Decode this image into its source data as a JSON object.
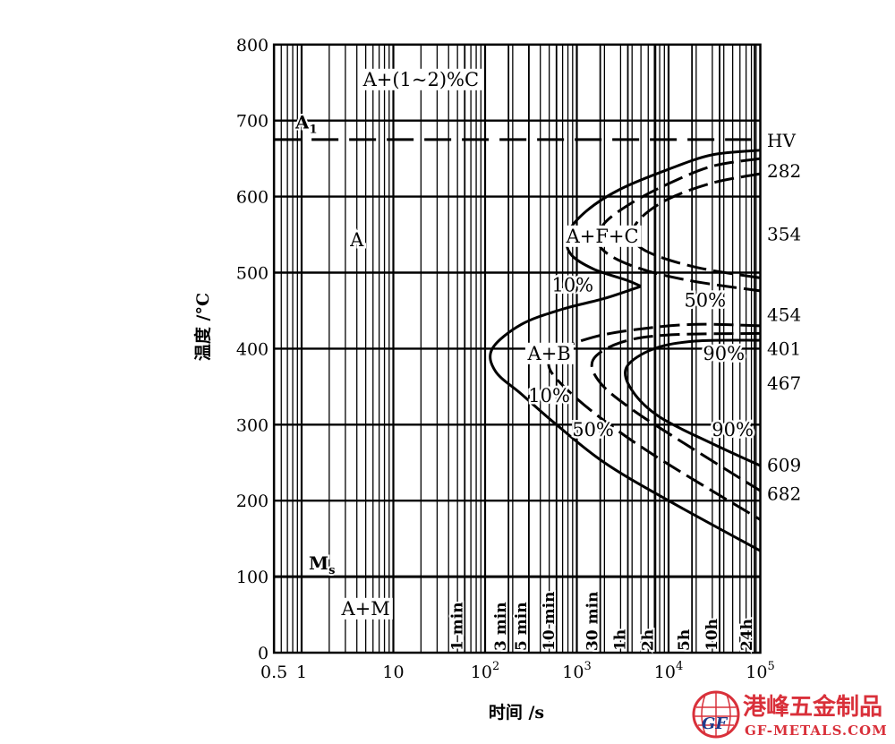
{
  "chart_data": {
    "type": "line",
    "title": "",
    "xlabel": "时间 /s",
    "ylabel": "温度 /°C",
    "xscale": "log",
    "xlim": [
      0.5,
      100000
    ],
    "ylim": [
      0,
      800
    ],
    "grid": true,
    "x_ticks": [
      {
        "v": 0.5,
        "label": "0.5"
      },
      {
        "v": 1,
        "label": "1"
      },
      {
        "v": 10,
        "label": "10"
      },
      {
        "v": 100,
        "label": "10",
        "sup": "2"
      },
      {
        "v": 1000,
        "label": "10",
        "sup": "3"
      },
      {
        "v": 10000,
        "label": "10",
        "sup": "4"
      },
      {
        "v": 100000,
        "label": "10",
        "sup": "5"
      }
    ],
    "y_ticks": [
      0,
      100,
      200,
      300,
      400,
      500,
      600,
      700,
      800
    ],
    "time_markers": [
      {
        "v": 60,
        "label": "1 min"
      },
      {
        "v": 180,
        "label": "3 min"
      },
      {
        "v": 300,
        "label": "5 min"
      },
      {
        "v": 600,
        "label": "10 min"
      },
      {
        "v": 1800,
        "label": "30 min"
      },
      {
        "v": 3600,
        "label": "1h"
      },
      {
        "v": 7200,
        "label": "2h"
      },
      {
        "v": 18000,
        "label": "5h"
      },
      {
        "v": 36000,
        "label": "10h"
      },
      {
        "v": 86400,
        "label": "24h"
      }
    ],
    "reference_lines": [
      {
        "name": "A1",
        "label": "A",
        "sub": "1",
        "temp": 675,
        "style": "dashed"
      },
      {
        "name": "Ms",
        "label": "M",
        "sub": "s",
        "temp": 100,
        "style": "solid"
      }
    ],
    "region_labels": [
      {
        "text": "A+(1~2)%C",
        "t": 20,
        "temp": 745
      },
      {
        "text": "A",
        "t": 4,
        "temp": 535
      },
      {
        "text": "A+F+C",
        "t": 1900,
        "temp": 540
      },
      {
        "text": "A+B",
        "t": 500,
        "temp": 385
      },
      {
        "text": "A+M",
        "t": 5,
        "temp": 50
      },
      {
        "text": "10%",
        "t": 900,
        "temp": 475
      },
      {
        "text": "50%",
        "t": 25000,
        "temp": 455
      },
      {
        "text": "90%",
        "t": 40000,
        "temp": 385
      },
      {
        "text": "10%",
        "t": 500,
        "temp": 330
      },
      {
        "text": "50%",
        "t": 1500,
        "temp": 285
      },
      {
        "text": "90%",
        "t": 50000,
        "temp": 285
      }
    ],
    "hardness_label": "HV",
    "hardness_values": [
      {
        "text": "282",
        "temp": 635
      },
      {
        "text": "354",
        "temp": 552
      },
      {
        "text": "454",
        "temp": 446
      },
      {
        "text": "401",
        "temp": 401
      },
      {
        "text": "467",
        "temp": 356
      },
      {
        "text": "609",
        "temp": 248
      },
      {
        "text": "682",
        "temp": 210
      }
    ],
    "series": [
      {
        "name": "upper-start",
        "style": "solid",
        "points": [
          [
            100000,
            661
          ],
          [
            30000,
            655
          ],
          [
            10000,
            636
          ],
          [
            3000,
            610
          ],
          [
            1300,
            582
          ],
          [
            800,
            552
          ],
          [
            850,
            525
          ],
          [
            1500,
            505
          ],
          [
            3500,
            490
          ],
          [
            5000,
            482
          ]
        ]
      },
      {
        "name": "upper-50pct",
        "style": "dashed",
        "points": [
          [
            100000,
            650
          ],
          [
            30000,
            640
          ],
          [
            10000,
            617
          ],
          [
            4000,
            592
          ],
          [
            2000,
            565
          ],
          [
            1700,
            540
          ],
          [
            2500,
            520
          ],
          [
            6000,
            502
          ],
          [
            20000,
            488
          ],
          [
            100000,
            476
          ]
        ]
      },
      {
        "name": "upper-end",
        "style": "dashed",
        "points": [
          [
            100000,
            630
          ],
          [
            30000,
            618
          ],
          [
            10000,
            597
          ],
          [
            5000,
            572
          ],
          [
            4000,
            548
          ],
          [
            6000,
            527
          ],
          [
            20000,
            507
          ],
          [
            100000,
            493
          ]
        ]
      },
      {
        "name": "lower-start",
        "style": "solid",
        "points": [
          [
            5000,
            482
          ],
          [
            2000,
            466
          ],
          [
            700,
            452
          ],
          [
            250,
            432
          ],
          [
            120,
            400
          ],
          [
            130,
            370
          ],
          [
            250,
            340
          ],
          [
            600,
            300
          ],
          [
            2000,
            250
          ],
          [
            10000,
            200
          ],
          [
            100000,
            134
          ]
        ]
      },
      {
        "name": "lower-50pct",
        "style": "dashed",
        "points": [
          [
            100000,
            430
          ],
          [
            20000,
            432
          ],
          [
            5000,
            426
          ],
          [
            1500,
            415
          ],
          [
            600,
            396
          ],
          [
            500,
            375
          ],
          [
            800,
            345
          ],
          [
            2000,
            305
          ],
          [
            8000,
            255
          ],
          [
            100000,
            175
          ]
        ]
      },
      {
        "name": "lower-75pct",
        "style": "dashed",
        "points": [
          [
            100000,
            420
          ],
          [
            10000,
            418
          ],
          [
            3000,
            408
          ],
          [
            1500,
            385
          ],
          [
            1800,
            355
          ],
          [
            4000,
            320
          ],
          [
            15000,
            275
          ],
          [
            100000,
            213
          ]
        ]
      },
      {
        "name": "lower-end",
        "style": "solid",
        "points": [
          [
            100000,
            411
          ],
          [
            20000,
            410
          ],
          [
            7000,
            400
          ],
          [
            3500,
            376
          ],
          [
            4000,
            345
          ],
          [
            8000,
            310
          ],
          [
            30000,
            275
          ],
          [
            100000,
            246
          ]
        ]
      }
    ]
  },
  "watermark": {
    "cn": "港峰五金制品",
    "en": "GF-METALS.COM",
    "logo": "GF",
    "color": "#d9303a"
  }
}
